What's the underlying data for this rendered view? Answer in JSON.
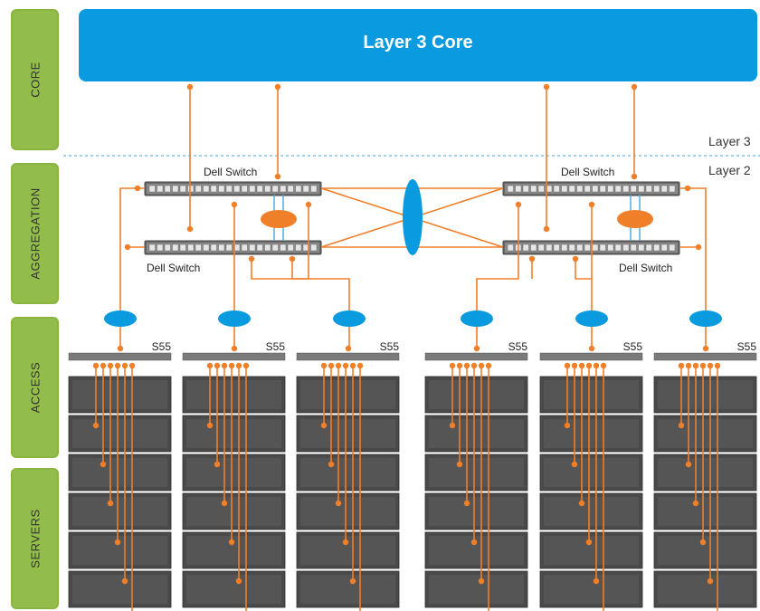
{
  "core": {
    "title": "Layer 3 Core"
  },
  "side_labels": {
    "core": "CORE",
    "aggregation": "AGGREGATION",
    "access": "ACCESS",
    "servers": "SERVERS"
  },
  "layers": {
    "l3": "Layer 3",
    "l2": "Layer 2"
  },
  "switches": {
    "left_top": "Dell Switch",
    "left_bottom": "Dell Switch",
    "right_top": "Dell Switch",
    "right_bottom": "Dell Switch"
  },
  "access_switches": [
    "S55",
    "S55",
    "S55",
    "S55",
    "S55",
    "S55"
  ],
  "colors": {
    "core": "#0a9ae0",
    "side": "#93bd4b",
    "cable": "#f07f2a",
    "lag": "#0a9ae0",
    "vlt": "#f07f2a",
    "server": "#4a4a4a"
  }
}
